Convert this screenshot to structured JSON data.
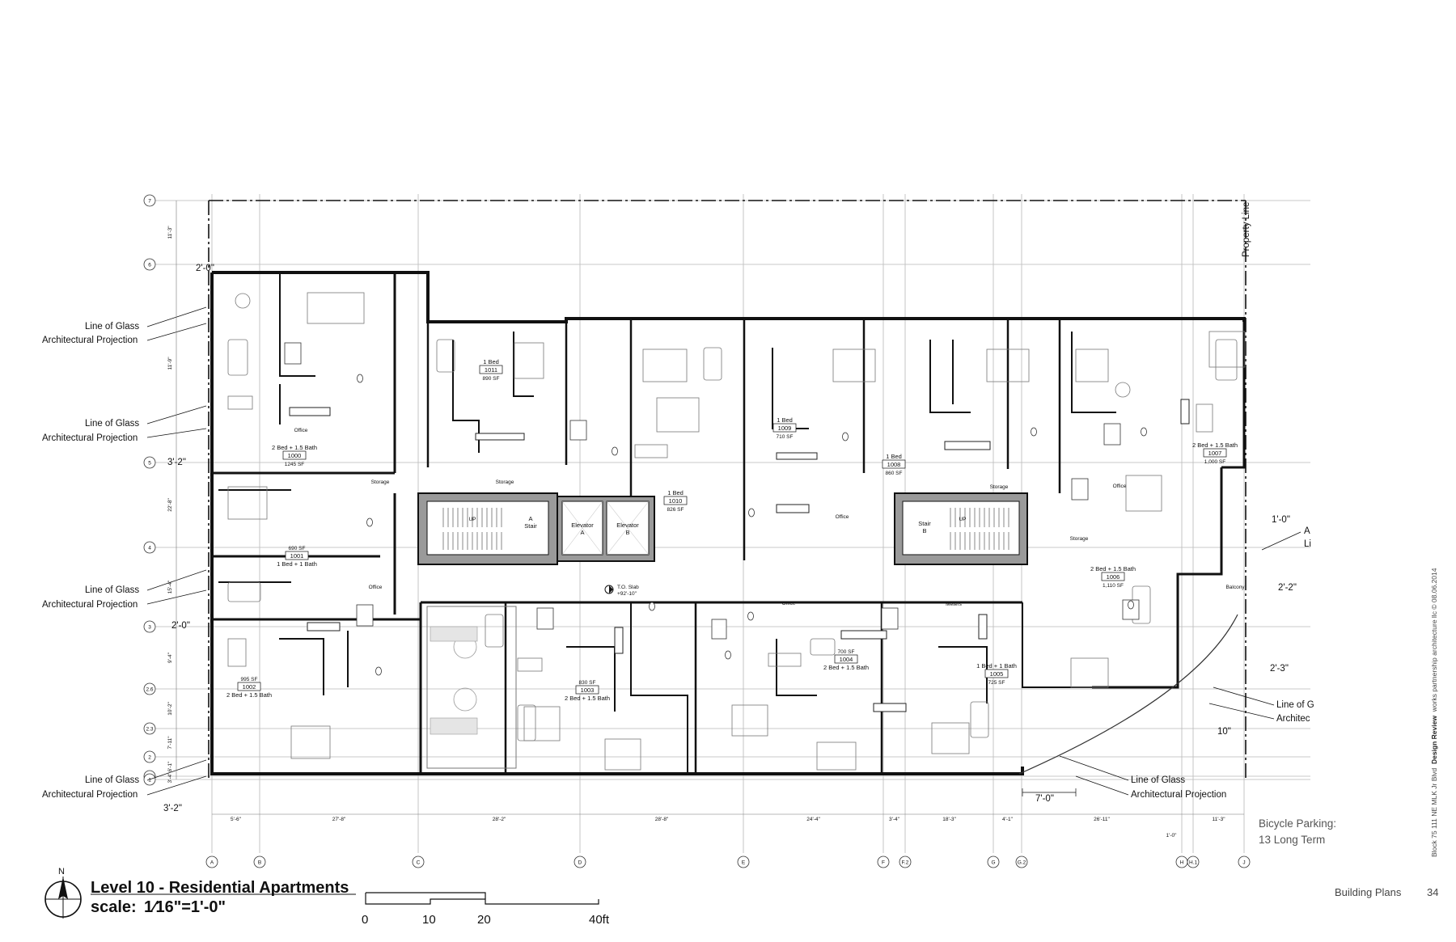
{
  "title": {
    "heading": "Level 10 - Residential Apartments",
    "scale_prefix": "scale:",
    "scale_value": "1⁄16\"=1'-0\""
  },
  "north_label": "N",
  "scale_bar": {
    "labels": [
      "0",
      "10",
      "20",
      "40ft"
    ]
  },
  "property_line_label": "Property Line",
  "grid_columns": [
    "A",
    "B",
    "C",
    "D",
    "E",
    "F",
    "F.2",
    "G",
    "G.2",
    "H",
    "H.1",
    "J"
  ],
  "grid_rows": [
    "7",
    "6",
    "5",
    "4",
    "3",
    "2.6",
    "2.3",
    "2",
    "1.4",
    "1"
  ],
  "column_spacings": [
    "5'-6\"",
    "27'-8\"",
    "28'-2\"",
    "28'-8\"",
    "24'-4\"",
    "3'-4\"",
    "18'-3\"",
    "4'-1\"",
    "26'-11\"",
    "11'-3\"",
    "1'-0\""
  ],
  "row_spacings": [
    "11'-3\"",
    "11'-9\"",
    "22'-8\"",
    "15'-4\"",
    "9'-4\"",
    "10'-2\"",
    "7'-11\"",
    "6'-1\"",
    "3'-4\""
  ],
  "dimensions": {
    "d1": "2'-0\"",
    "d2": "3'-2\"",
    "d3": "2'-0\"",
    "d4": "3'-2\"",
    "d5": "1'-0\"",
    "d6": "2'-2\"",
    "d7": "2'-3\"",
    "d8": "10\"",
    "d9": "7'-0\""
  },
  "callouts": {
    "line_of_glass": "Line of Glass",
    "architectural_projection": "Architectural Projection",
    "right_glass_cut": "Line of G",
    "right_projection_cut": "Architec",
    "a_cut": "A",
    "li_cut": "Li"
  },
  "units": [
    {
      "type": "1 Bed",
      "number": "1011",
      "area": "890 SF"
    },
    {
      "type": "1 Bed",
      "number": "1010",
      "area": "826 SF"
    },
    {
      "type": "1 Bed",
      "number": "1009",
      "area": "710 SF"
    },
    {
      "type": "1 Bed",
      "number": "1008",
      "area": "860 SF"
    },
    {
      "type": "2 Bed + 1.5 Bath",
      "number": "1007",
      "area": "1,000 SF"
    },
    {
      "type": "2 Bed + 1.5 Bath",
      "number": "1000",
      "area": "1245 SF"
    },
    {
      "type": "1 Bed + 1 Bath",
      "number": "1001",
      "area": "690 SF"
    },
    {
      "type": "2 Bed + 1.5 Bath",
      "number": "1002",
      "area": "995 SF"
    },
    {
      "type": "2 Bed + 1.5 Bath",
      "number": "1003",
      "area": "830 SF"
    },
    {
      "type": "2 Bed + 1.5 Bath",
      "number": "1004",
      "area": "700 SF"
    },
    {
      "type": "1 Bed + 1 Bath",
      "number": "1005",
      "area": "725 SF"
    },
    {
      "type": "2 Bed + 1.5 Bath",
      "number": "1006",
      "area": "1,110 SF"
    }
  ],
  "rooms": {
    "office": "Office",
    "storage": "Storage",
    "stair": "Stair",
    "stair_a": "A",
    "stair_b": "B",
    "elevator": "Elevator",
    "elevator_a": "A",
    "elevator_b": "B",
    "meters": "Meters",
    "balcony": "Balcony",
    "to_slab": "T.O. Slab",
    "to_slab_elev": "+92'-10\"",
    "up": "UP"
  },
  "bicycle": {
    "line1": "Bicycle Parking:",
    "line2": "13 Long Term"
  },
  "side_text": {
    "project": "Block 75 111 NE MLK Jr Blvd",
    "review": "Design Review",
    "firm": "works partnership architecture llc © 08.06.2014"
  },
  "footer": {
    "section": "Building Plans",
    "page": "34"
  }
}
